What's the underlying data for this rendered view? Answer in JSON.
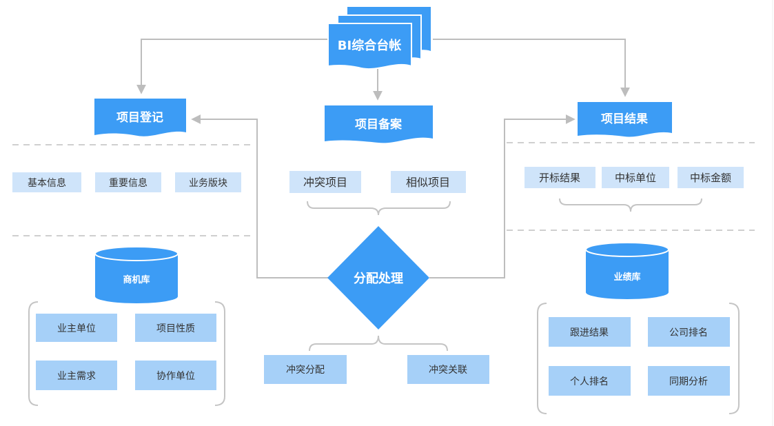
{
  "colors": {
    "primary": "#3c9cf5",
    "light": "#a6d0f8",
    "tag": "#cfe4fa",
    "connector": "#bdbdbd",
    "dashed": "#cfcfcf",
    "text_dark": "#333333",
    "text_light": "#ffffff"
  },
  "central": {
    "title": "BI综合台帐"
  },
  "left": {
    "header": "项目登记",
    "tags": [
      "基本信息",
      "重要信息",
      "业务版块"
    ],
    "database": "商机库",
    "items": [
      "业主单位",
      "项目性质",
      "业主需求",
      "协作单位"
    ]
  },
  "middle": {
    "header": "项目备案",
    "tags": [
      "冲突项目",
      "相似项目"
    ],
    "decision": "分配处理",
    "outputs": [
      "冲突分配",
      "冲突关联"
    ]
  },
  "right": {
    "header": "项目结果",
    "tags": [
      "开标结果",
      "中标单位",
      "中标金额"
    ],
    "database": "业绩库",
    "items": [
      "跟进结果",
      "公司排名",
      "个人排名",
      "同期分析"
    ]
  }
}
